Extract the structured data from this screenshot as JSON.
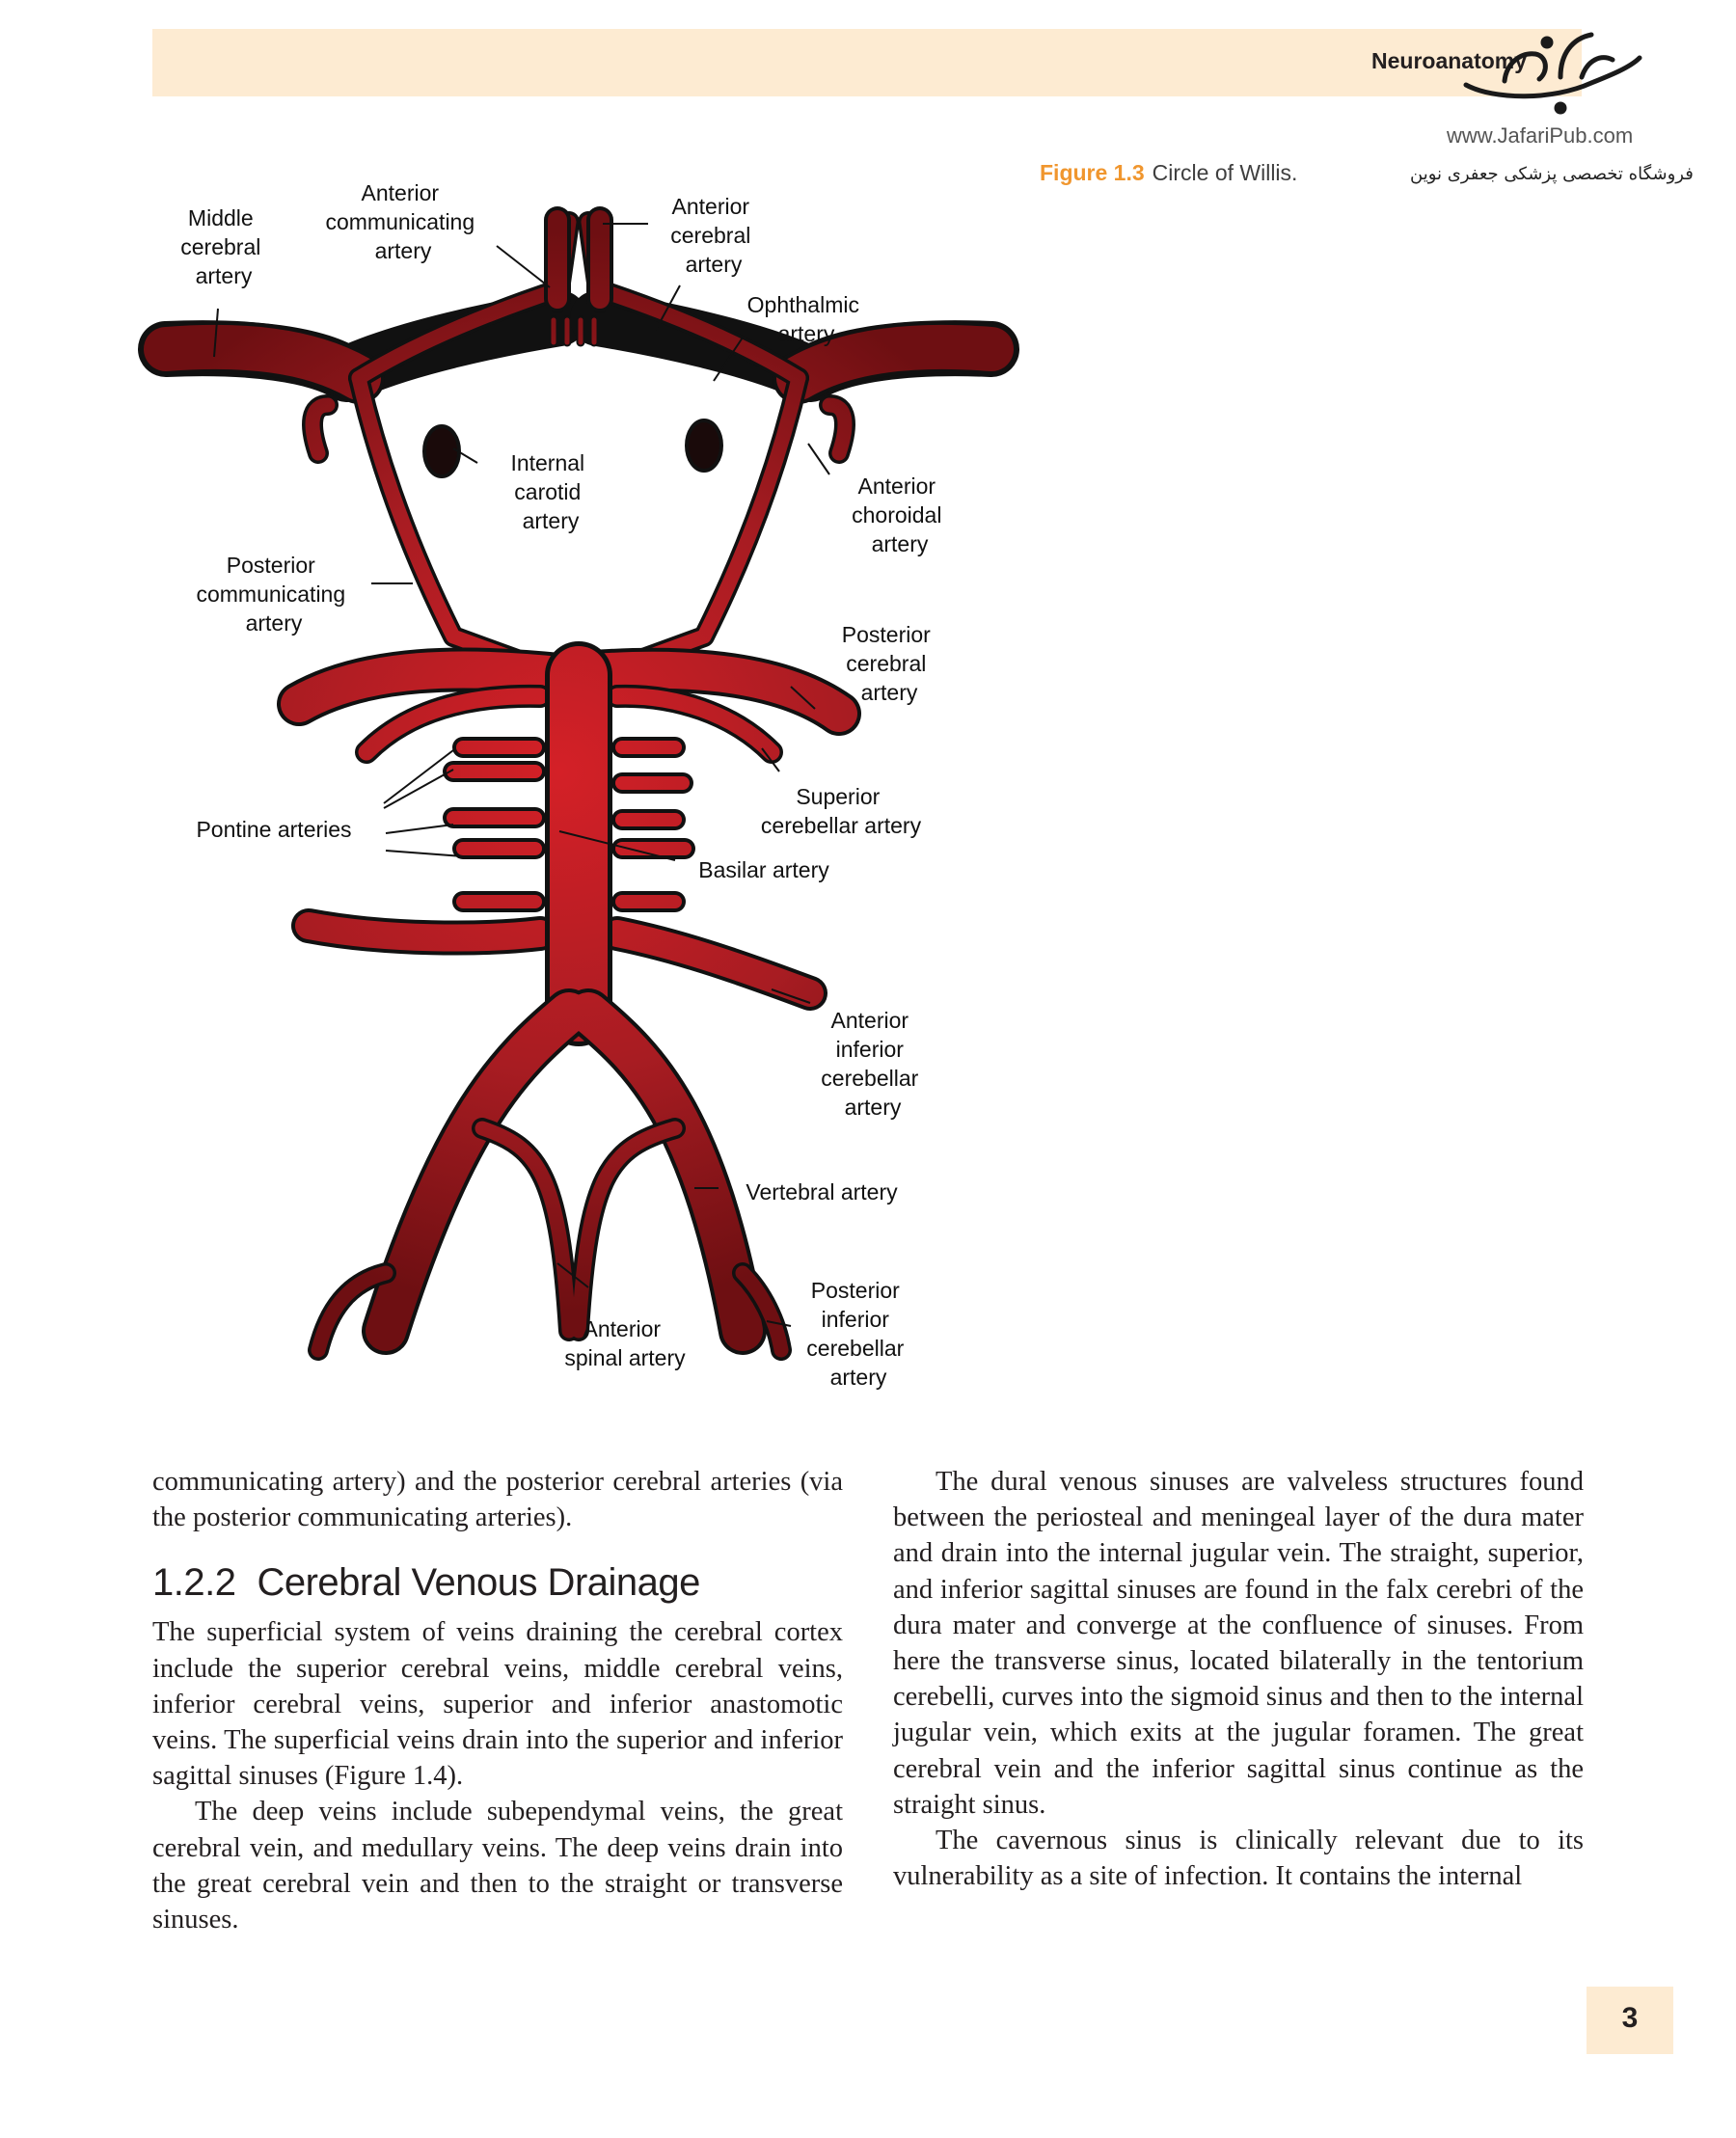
{
  "header": {
    "running_head": "Neuroanatomy",
    "site_url": "www.JafariPub.com",
    "shop_name": "فروشگاه تخصصی پزشکی جعفری نوین"
  },
  "figure": {
    "number": "Figure 1.3",
    "title": "Circle of Willis.",
    "labels": {
      "middle_cerebral": [
        "Middle",
        "cerebral",
        "artery"
      ],
      "anterior_communicating": [
        "Anterior",
        "communicating",
        "artery"
      ],
      "anterior_cerebral": [
        "Anterior",
        "cerebral",
        "artery"
      ],
      "ophthalmic": [
        "Ophthalmic",
        "artery"
      ],
      "internal_carotid": [
        "Internal",
        "carotid",
        "artery"
      ],
      "anterior_choroidal": [
        "Anterior",
        "choroidal",
        "artery"
      ],
      "posterior_communicating": [
        "Posterior",
        "communicating",
        "artery"
      ],
      "posterior_cerebral": [
        "Posterior",
        "cerebral",
        "artery"
      ],
      "superior_cerebellar": [
        "Superior",
        "cerebellar artery"
      ],
      "pontine": [
        "Pontine arteries"
      ],
      "basilar": [
        "Basilar artery"
      ],
      "anterior_inferior_cerebellar": [
        "Anterior",
        "inferior",
        "cerebellar",
        "artery"
      ],
      "vertebral": [
        "Vertebral artery"
      ],
      "anterior_spinal": [
        "Anterior",
        "spinal artery"
      ],
      "posterior_inferior_cerebellar": [
        "Posterior",
        "inferior",
        "cerebellar",
        "artery"
      ]
    }
  },
  "body": {
    "left_para1": "communicating artery) and the posterior cerebral arteries (via the posterior communicating arteries).",
    "section_number": "1.2.2",
    "section_title": "Cerebral Venous Drainage",
    "left_para2": "The superficial system of veins draining the cerebral cortex include the superior cerebral veins, middle cerebral veins, inferior cerebral veins, superior and inferior anastomotic veins. The superficial veins drain into the superior and inferior sagittal sinuses (Figure 1.4).",
    "left_para3": "The deep veins include subependymal veins, the great cerebral vein, and medullary veins. The deep veins drain into the great cerebral vein and then to the straight or transverse sinuses.",
    "right_para1": "The dural venous sinuses are valveless structures found between the periosteal and meningeal layer of the dura mater and drain into the internal jugular vein. The straight, superior, and inferior sagittal sinuses are found in the falx cerebri of the dura mater and converge at the confluence of sinuses. From here the transverse sinus, located bilaterally in the tentorium cerebelli, curves into the sigmoid sinus and then to the internal jugular vein, which exits at the jugular foramen. The great cerebral vein and the inferior sagittal sinus continue as the straight sinus.",
    "right_para2": "The cavernous sinus is clinically relevant due to its vulnerability as a site of infection.  It contains the internal"
  },
  "page_number": "3",
  "colors": {
    "header_band": "#fdebd2",
    "caption_accent": "#f0962e",
    "artery_light": "#d42027",
    "artery_dark": "#6e0f12"
  }
}
